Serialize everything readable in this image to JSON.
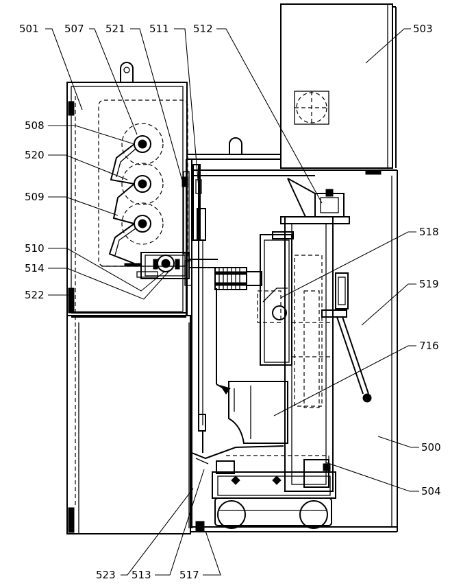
{
  "labels": {
    "l500": "500",
    "l501": "501",
    "l503": "503",
    "l504": "504",
    "l507": "507",
    "l508": "508",
    "l509": "509",
    "l510": "510",
    "l511": "511",
    "l512": "512",
    "l513": "513",
    "l514": "514",
    "l517": "517",
    "l518": "518",
    "l519": "519",
    "l520": "520",
    "l521": "521",
    "l522": "522",
    "l523": "523",
    "l716": "716"
  }
}
